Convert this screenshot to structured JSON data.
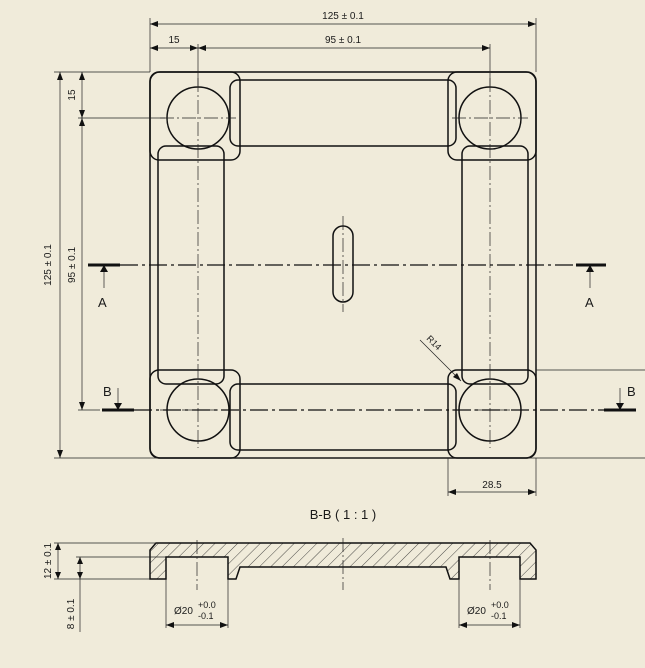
{
  "dimensions": {
    "overall_width": "125 ± 0.1",
    "hole_spacing_x": "95 ± 0.1",
    "edge_to_hole_x": "15",
    "overall_height": "125 ± 0.1",
    "hole_spacing_y": "95 ± 0.1",
    "edge_to_hole_y": "15",
    "radius": "R14",
    "pad_width": "28.5",
    "section_total_height": "12 ± 0.1",
    "section_base_height": "8 ± 0.1",
    "hole_diameter_left": "Ø20",
    "hole_diameter_right": "Ø20",
    "tol_upper": "+0.0",
    "tol_lower": "-0.1"
  },
  "section_markers": {
    "a_left": "A",
    "a_right": "A",
    "b_left": "B",
    "b_right": "B"
  },
  "section_view": {
    "title": "B-B ( 1 : 1 )"
  },
  "colors": {
    "background": "#f0ebda",
    "line": "#111111"
  }
}
